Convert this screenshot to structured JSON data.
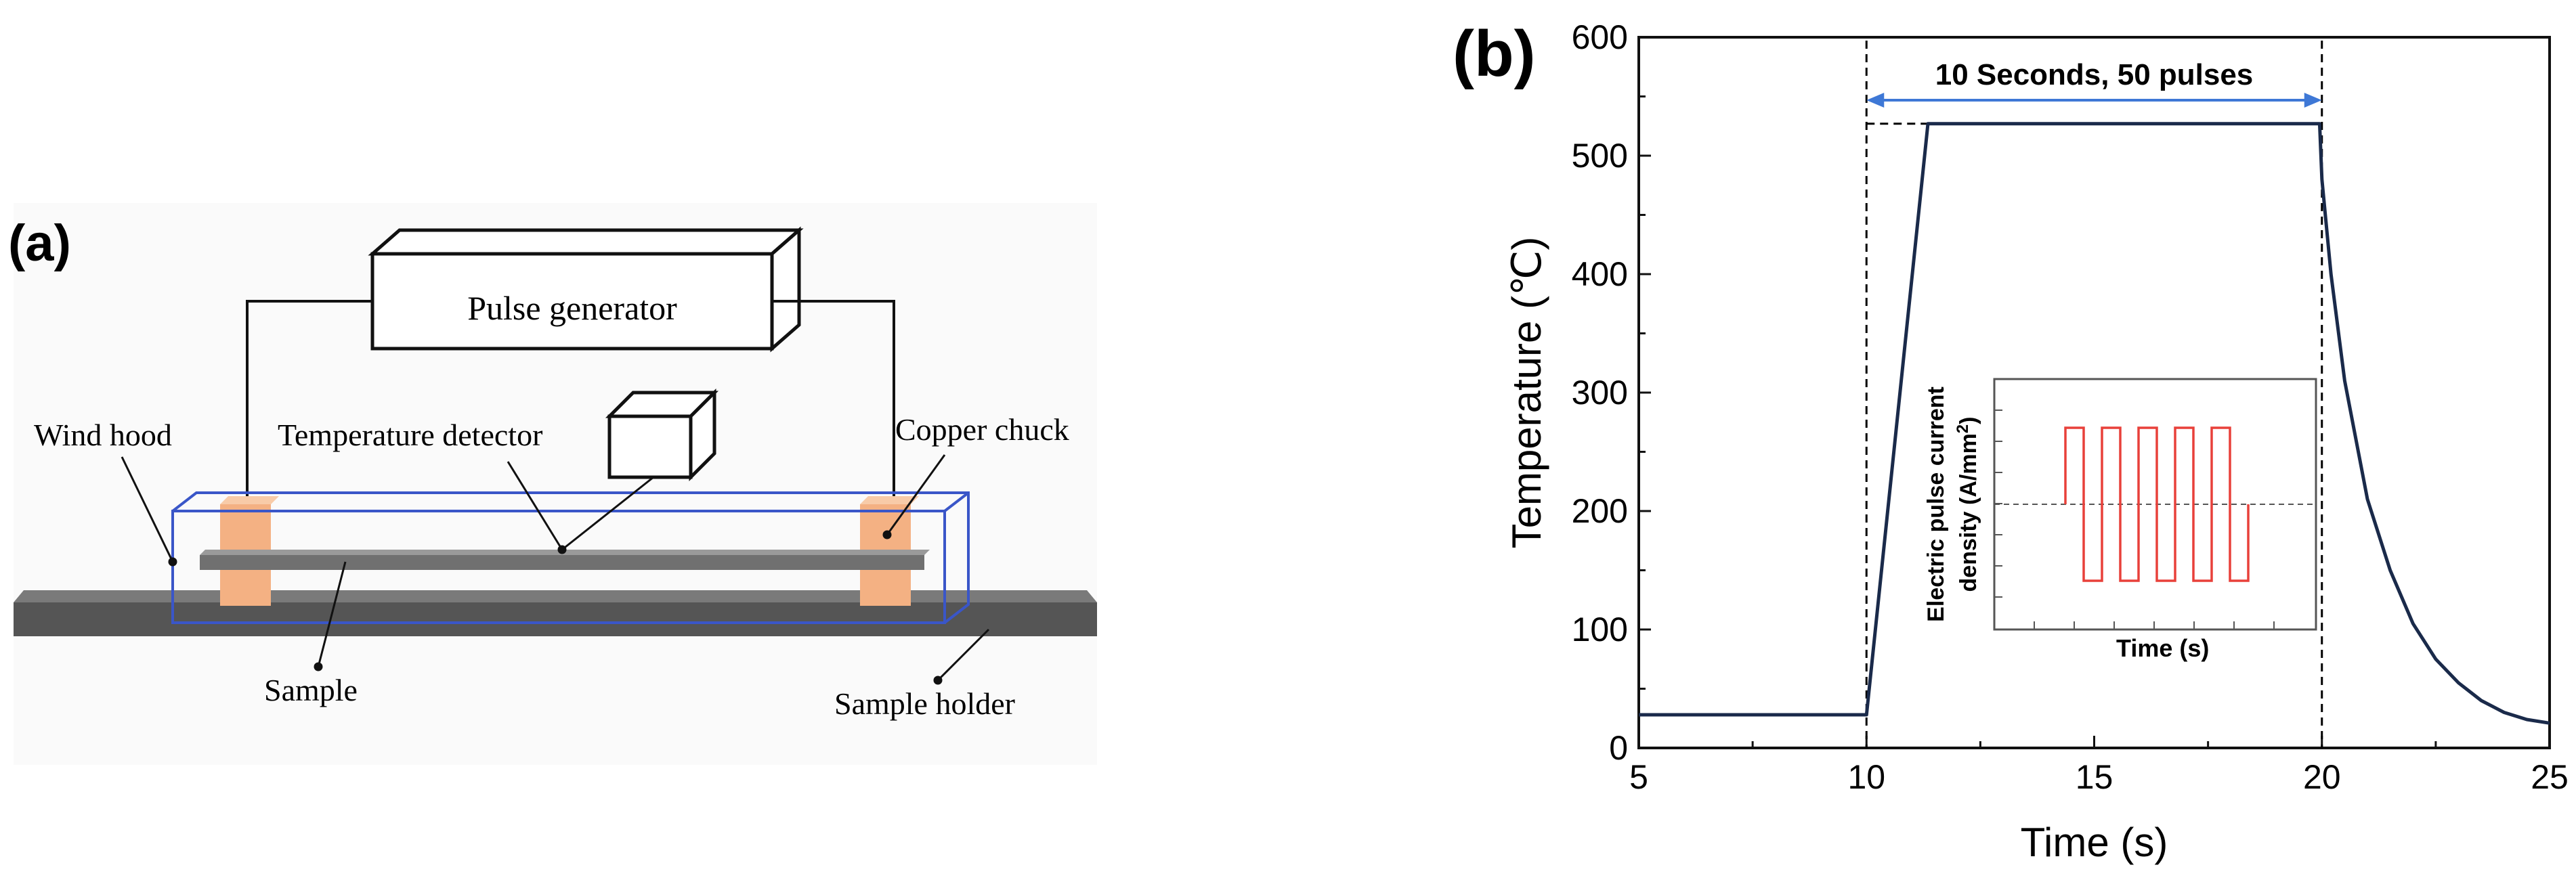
{
  "panel_a": {
    "label": "(a)",
    "labels": {
      "pulse_generator": "Pulse generator",
      "wind_hood": "Wind hood",
      "temperature_detector": "Temperature detector",
      "copper_chuck": "Copper chuck",
      "sample": "Sample",
      "sample_holder": "Sample holder"
    }
  },
  "panel_b": {
    "label": "(b)",
    "annotation": "10 Seconds, 50 pulses",
    "inset": {
      "ylabel_line1": "Electric pulse current",
      "ylabel_line2": "density (A/mm",
      "ylabel_sup": "2",
      "ylabel_close": ")",
      "xlabel": "Time (s)"
    }
  },
  "chart_data": {
    "type": "line",
    "xlabel": "Time (s)",
    "ylabel": "Temperature (℃)",
    "xlim": [
      5,
      25
    ],
    "ylim": [
      0,
      600
    ],
    "xticks": [
      5,
      10,
      15,
      20,
      25
    ],
    "yticks": [
      0,
      100,
      200,
      300,
      400,
      500,
      600
    ],
    "grid": false,
    "series": [
      {
        "color": "#1a2a4a",
        "x": [
          5,
          10,
          11.35,
          19.95,
          20.0,
          20.2,
          20.5,
          21.0,
          21.5,
          22.0,
          22.5,
          23.0,
          23.5,
          24.0,
          24.5,
          25.0
        ],
        "y": [
          28,
          28,
          527,
          527,
          480,
          400,
          310,
          210,
          150,
          105,
          75,
          55,
          40,
          30,
          24,
          21
        ]
      }
    ],
    "reference_lines": {
      "vertical_x": [
        10,
        20
      ],
      "horizontal_y": 527,
      "color": "#000000",
      "style": "dashed"
    }
  }
}
